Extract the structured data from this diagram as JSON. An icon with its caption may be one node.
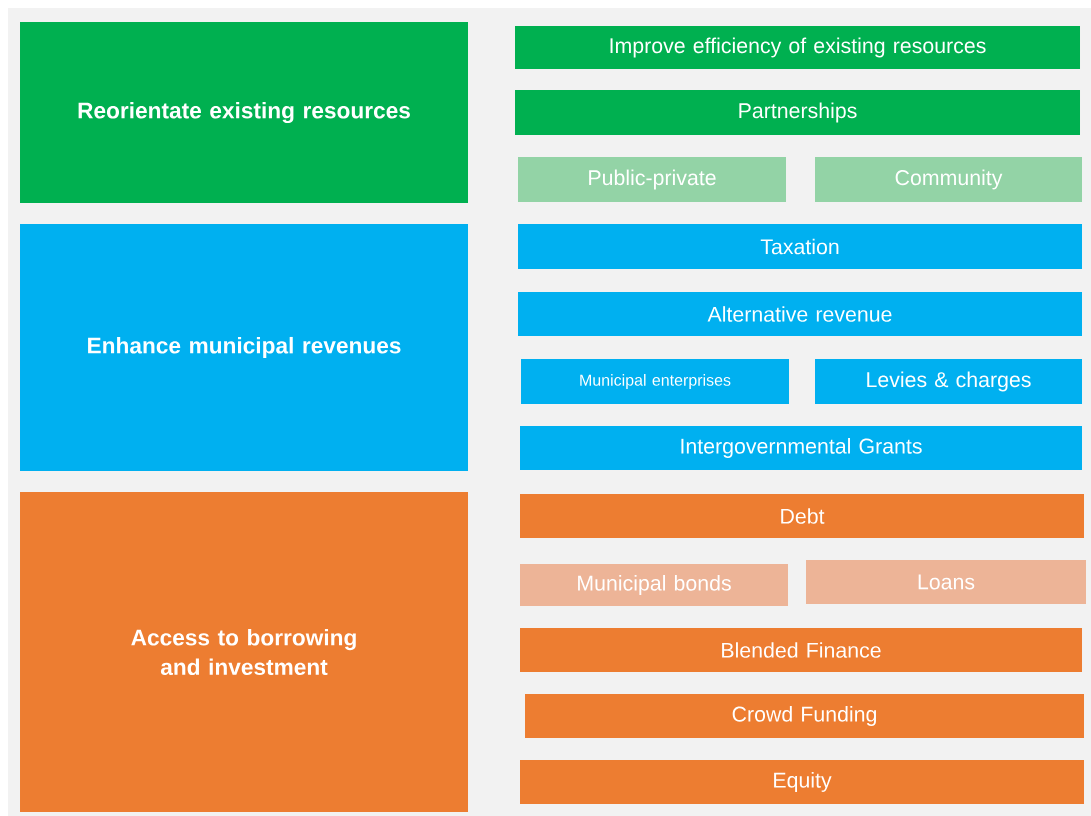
{
  "diagram": {
    "nodes": [
      {
        "text": [
          "Reorientate existing resources"
        ]
      },
      {
        "text": [
          "Improve efficiency of existing resources"
        ]
      },
      {
        "text": [
          "Partnerships"
        ]
      },
      {
        "text": [
          "Public-private"
        ]
      },
      {
        "text": [
          "Community"
        ]
      },
      {
        "text": [
          "Enhance municipal revenues"
        ]
      },
      {
        "text": [
          "Taxation"
        ]
      },
      {
        "text": [
          "Alternative revenue"
        ]
      },
      {
        "text": [
          "Municipal enterprises"
        ]
      },
      {
        "text": [
          "Levies & charges"
        ]
      },
      {
        "text": [
          "Intergovernmental Grants"
        ]
      },
      {
        "text": [
          "Access to borrowing and investment"
        ]
      },
      {
        "text": [
          "Debt"
        ]
      },
      {
        "text": [
          "Municipal bonds"
        ]
      },
      {
        "text": [
          "Loans"
        ]
      },
      {
        "text": [
          "Blended Finance"
        ]
      },
      {
        "text": [
          "Crowd Funding"
        ]
      },
      {
        "text": [
          "Equity"
        ]
      }
    ]
  }
}
